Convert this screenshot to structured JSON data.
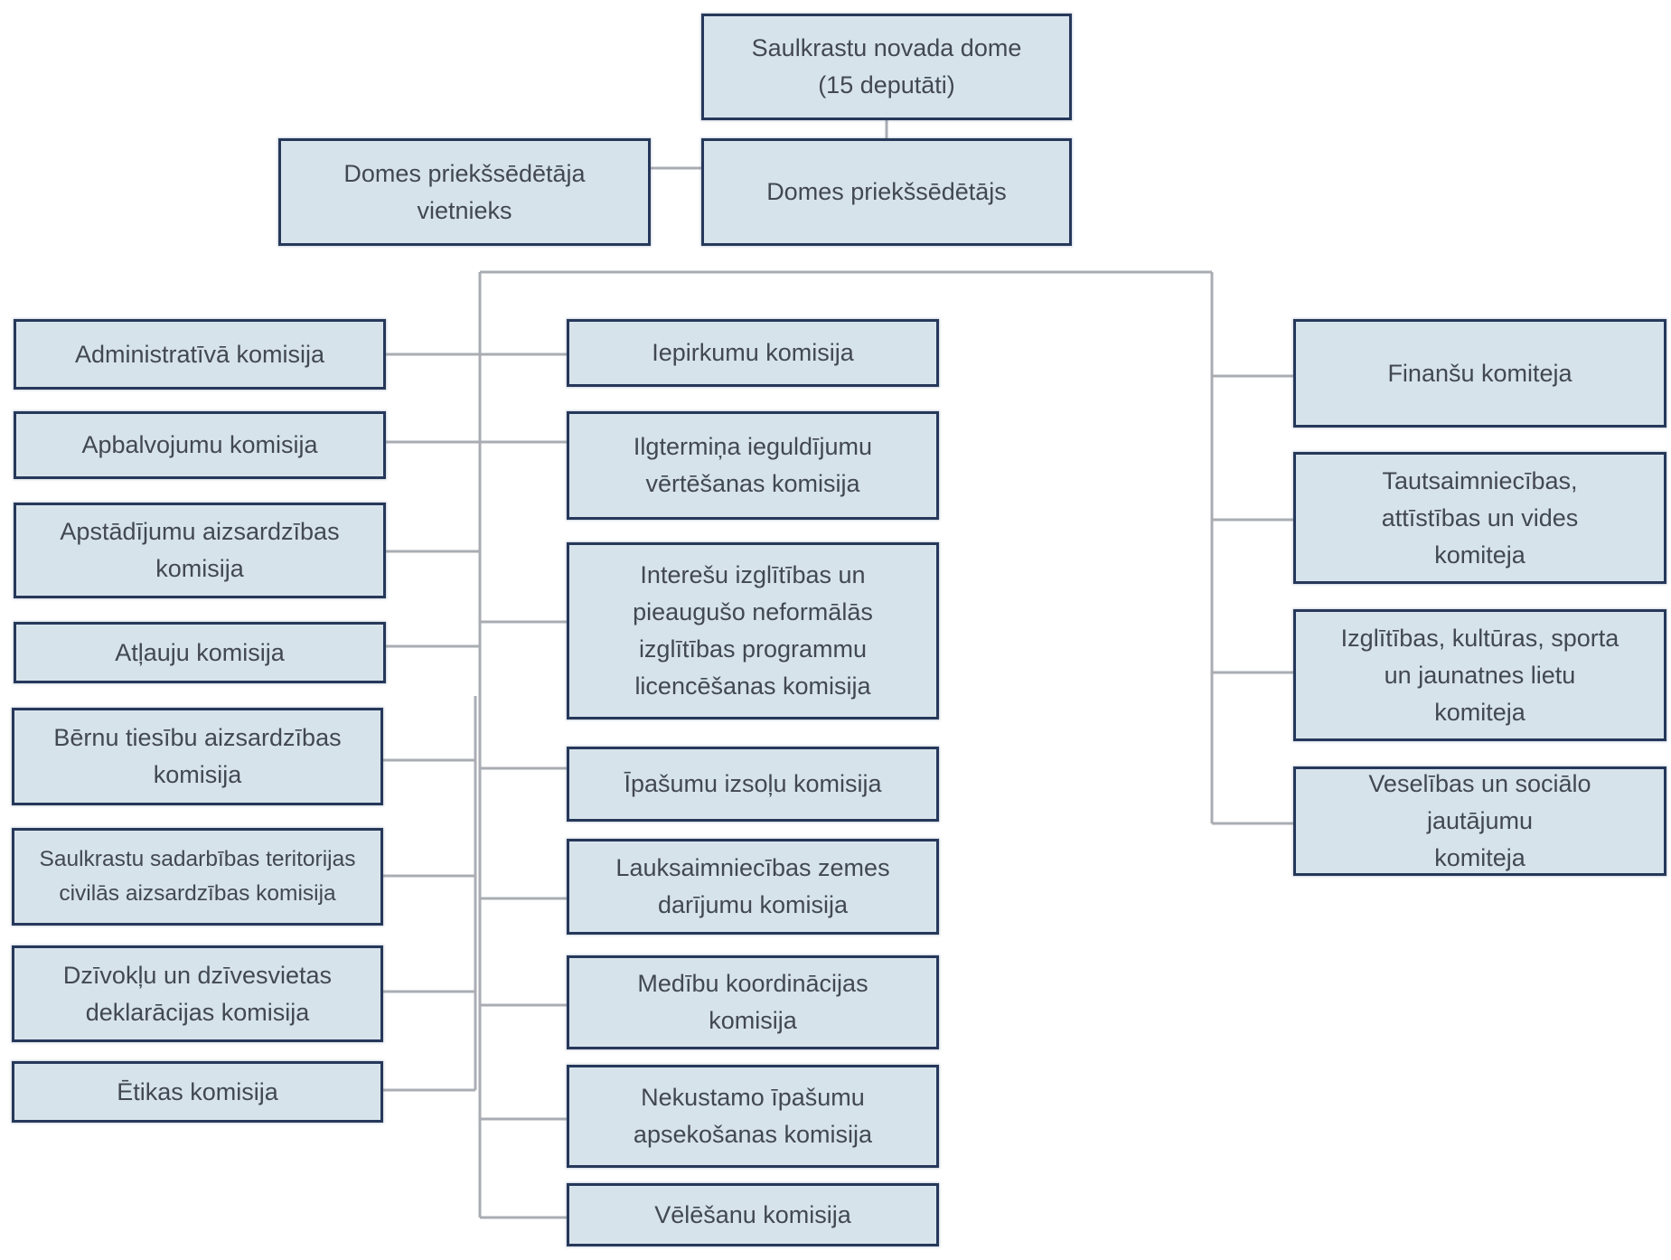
{
  "title": "Saulkrastu novada domes struktūra",
  "colors": {
    "box_fill": "#d7e3eb",
    "box_border": "#26385a",
    "text": "#424852",
    "connector": "#a9adb3"
  },
  "council": {
    "name": "Saulkrastu novada dome\n(15 deputāti)",
    "chair": "Domes priekšsēdētājs",
    "vice_chair": "Domes priekšsēdētāja\nvietnieks"
  },
  "commissions_left": [
    "Administratīvā komisija",
    "Apbalvojumu komisija",
    "Apstādījumu aizsardzības\nkomisija",
    "Atļauju komisija",
    "Bērnu tiesību aizsardzības\nkomisija",
    "Saulkrastu sadarbības teritorijas\ncivilās aizsardzības komisija",
    "Dzīvokļu un dzīvesvietas\ndeklarācijas komisija",
    "Ētikas komisija"
  ],
  "commissions_center": [
    "Iepirkumu komisija",
    "Ilgtermiņa ieguldījumu\nvērtēšanas komisija",
    "Interešu izglītības un\npieaugušo neformālās\nizglītības programmu\nlicencēšanas komisija",
    "Īpašumu izsoļu komisija",
    "Lauksaimniecības zemes\ndarījumu komisija",
    "Medību koordinācijas\nkomisija",
    "Nekustamo īpašumu\napsekošanas komisija",
    "Vēlēšanu komisija"
  ],
  "committees_right": [
    "Finanšu komiteja",
    "Tautsaimniecības,\nattīstības un vides\nkomiteja",
    "Izglītības, kultūras, sporta\nun jaunatnes lietu\nkomiteja",
    "Veselības un sociālo\njautājumu\nkomiteja"
  ]
}
